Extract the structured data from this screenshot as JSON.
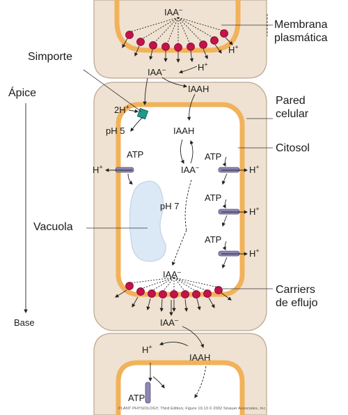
{
  "labels": {
    "membrana_line1": "Membrana",
    "membrana_line2": "plasmática",
    "simporte": "Simporte",
    "apice": "Ápice",
    "pared_line1": "Pared",
    "pared_line2": "celular",
    "citosol": "Citosol",
    "vacuola": "Vacuola",
    "carriers_line1": "Carriers",
    "carriers_line2": "de eflujo",
    "base": "Base"
  },
  "chem": {
    "iaa_minus": "IAA",
    "minus": "–",
    "iaah": "IAAH",
    "h": "H",
    "plus": "+",
    "two_h": "2H",
    "atp": "ATP",
    "ph5": "pH 5",
    "ph7": "pH 7"
  },
  "credit": "PLANT PHYSIOLOGY, Third Edition, Figure 19.13  © 2002 Sinauer Associates, Inc.",
  "colors": {
    "wall": "#efe2d2",
    "wall_stroke": "#b9a58f",
    "membrane": "#f2b25a",
    "carrier": "#c4124a",
    "vacuole": "#dbe8f6",
    "symporter": "#1f9a86",
    "pump": "#8c86b5"
  }
}
